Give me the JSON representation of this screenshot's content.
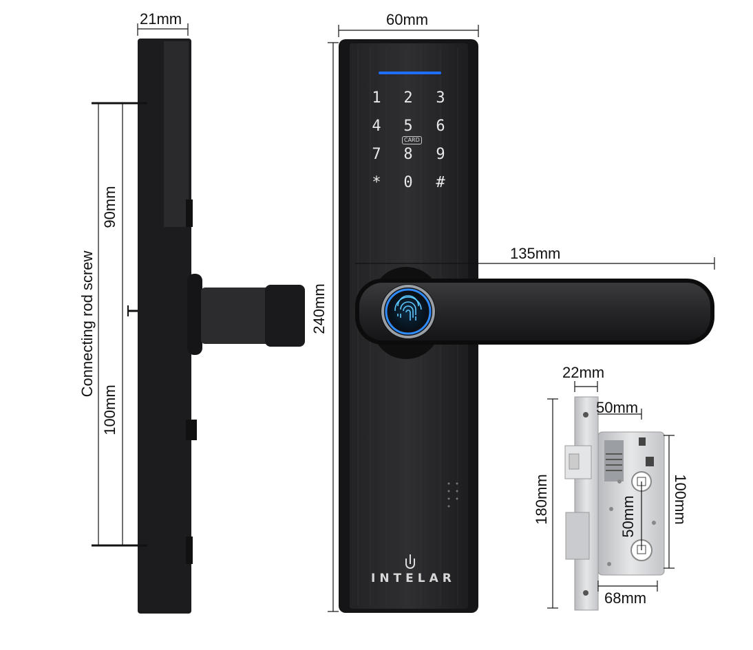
{
  "dimensions": {
    "side_thickness": "21mm",
    "front_width": "60mm",
    "front_height": "240mm",
    "handle_length": "135mm",
    "rod_upper": "90mm",
    "rod_lower": "100mm",
    "rod_caption": "Connecting rod screw",
    "mortise_faceplate_width": "22mm",
    "mortise_backset": "50mm",
    "mortise_faceplate_height": "180mm",
    "mortise_body_height": "100mm",
    "mortise_spindle_distance": "50mm",
    "mortise_body_width": "68mm"
  },
  "keypad": {
    "keys": [
      "1",
      "2",
      "3",
      "4",
      "5",
      "6",
      "7",
      "8",
      "9",
      "*",
      "0",
      "#"
    ],
    "card_label": "CARD"
  },
  "brand": "INTELAR",
  "colors": {
    "body": "#1f1f21",
    "panel": "#2a2a2c",
    "indicator": "#1e6fff",
    "sensor_ring": "#2f8cff",
    "steel": "#d5d7da"
  }
}
